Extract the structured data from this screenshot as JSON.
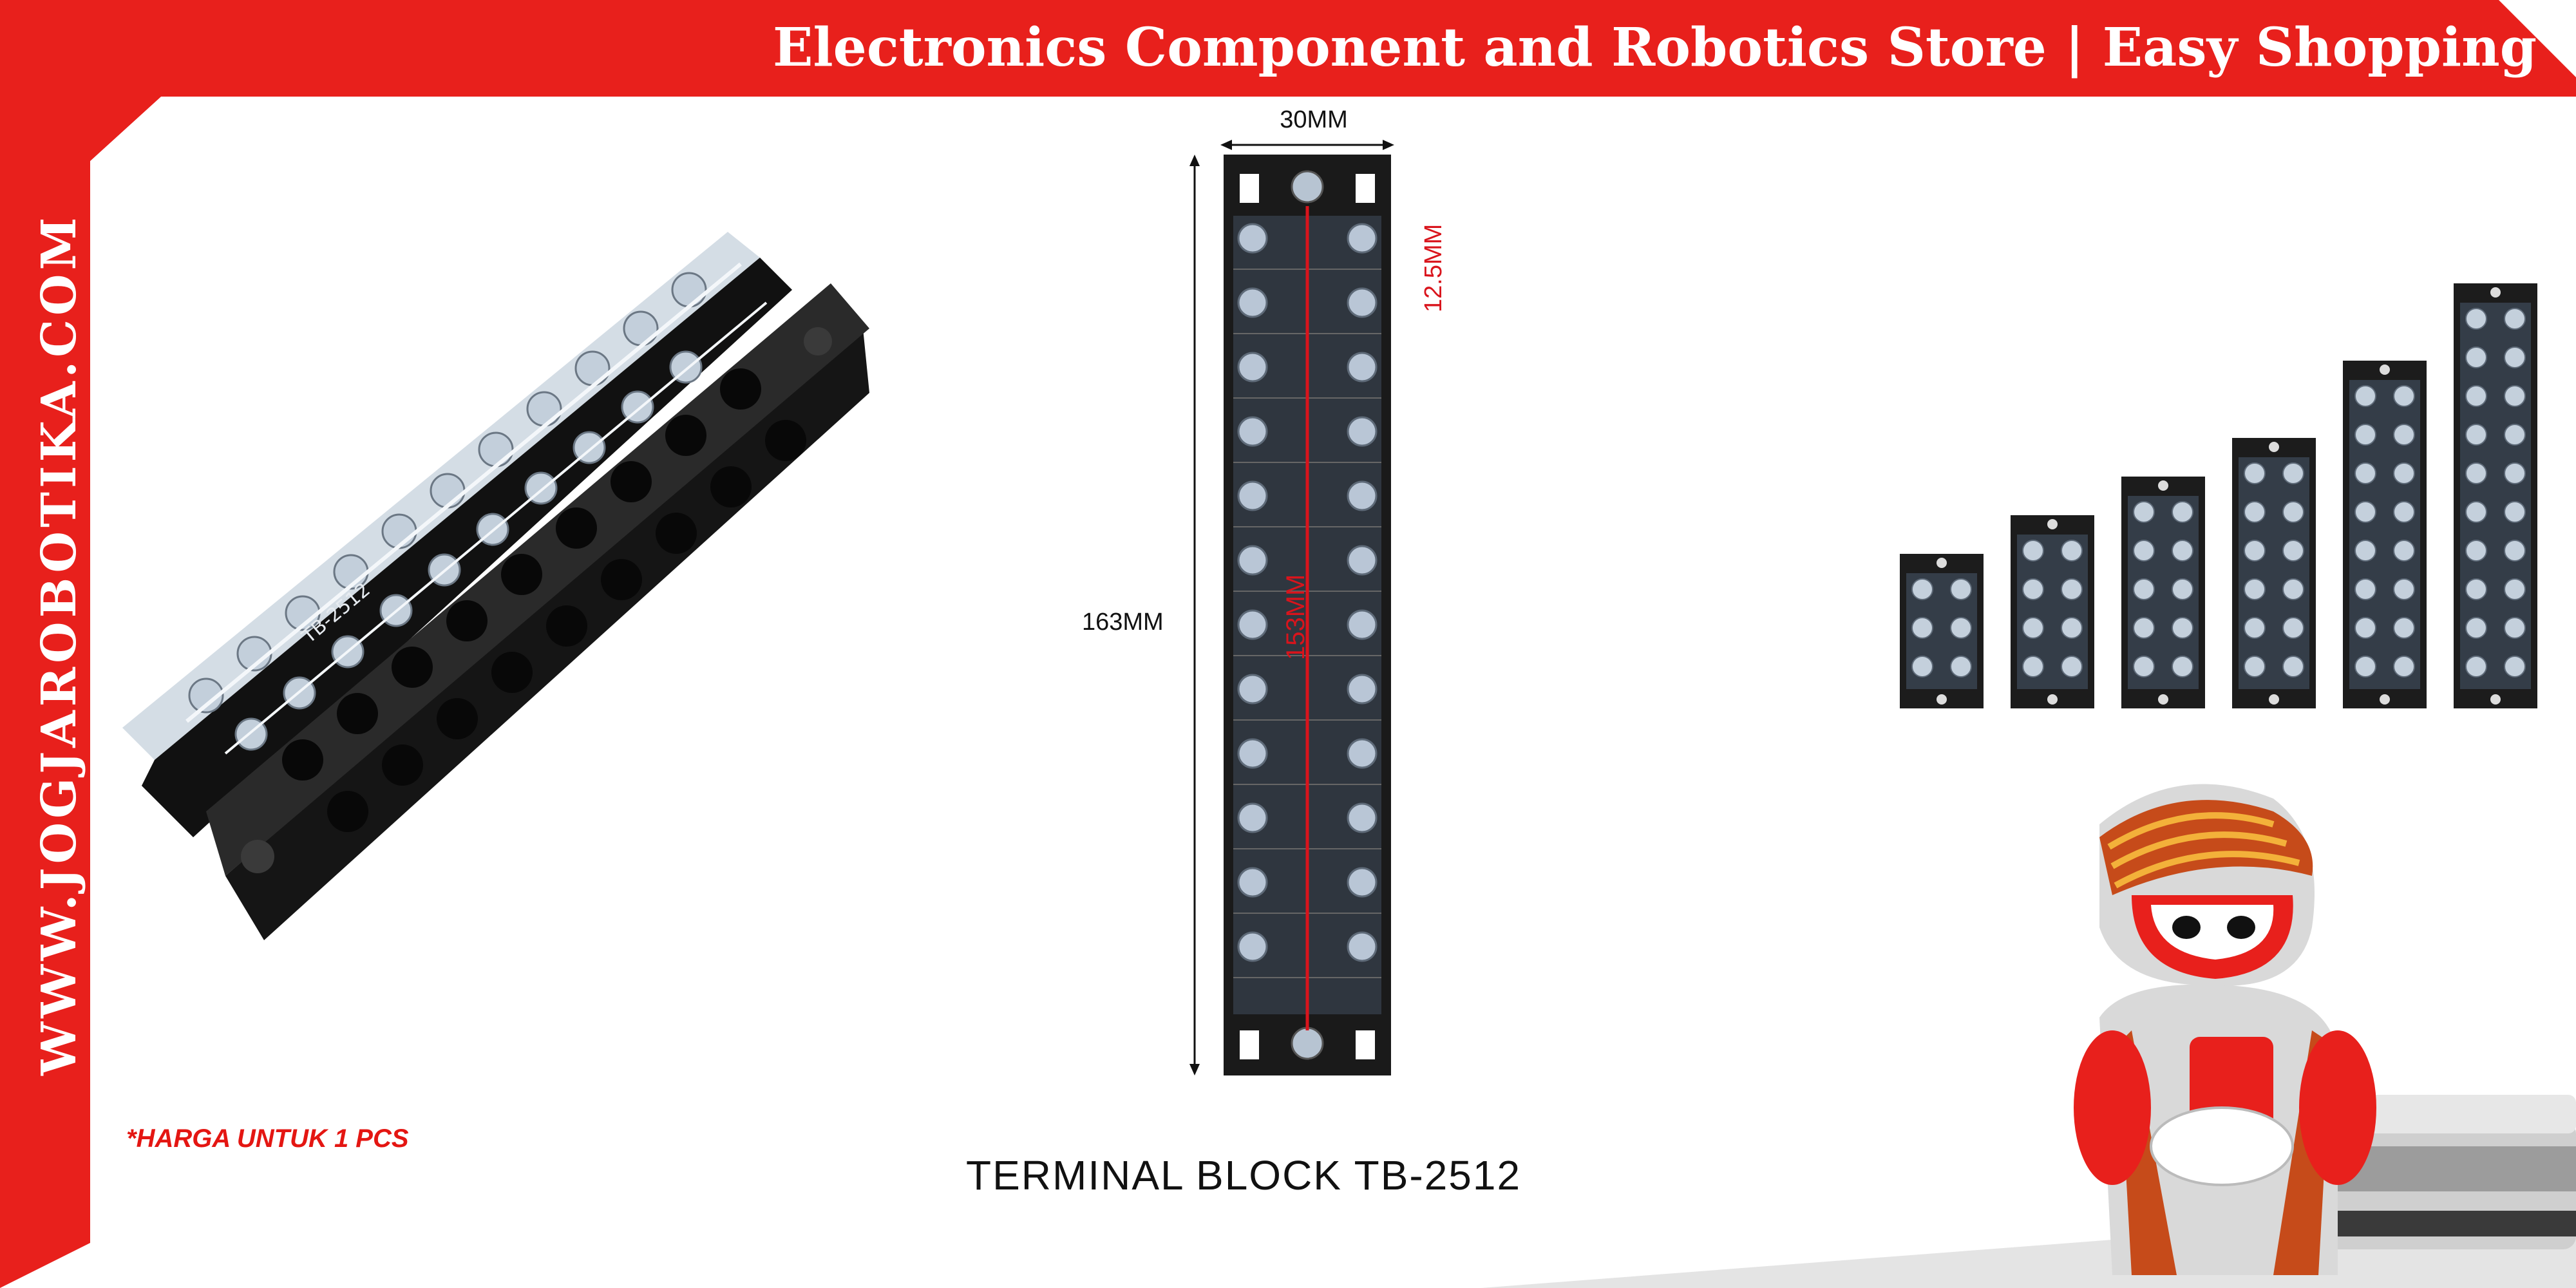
{
  "banner": {
    "title": "Electronics Component and Robotics Store | Easy Shopping"
  },
  "side": {
    "website": "WWW.JOGJAROBOTIKA.COM"
  },
  "product": {
    "name": "TERMINAL BLOCK TB-2512",
    "price_note": "*HARGA UNTUK 1 PCS"
  },
  "dimensions": {
    "width": "30MM",
    "height": "163MM",
    "pitch": "12.5MM",
    "inner": "153MM"
  },
  "photo_left": {
    "model_mark": "TB-2512"
  },
  "colors": {
    "brand_red": "#e8201c",
    "block_black": "#161616",
    "screw_silver": "#b9c6d6"
  },
  "size_series_positions": [
    3,
    4,
    5,
    6,
    8,
    10
  ]
}
